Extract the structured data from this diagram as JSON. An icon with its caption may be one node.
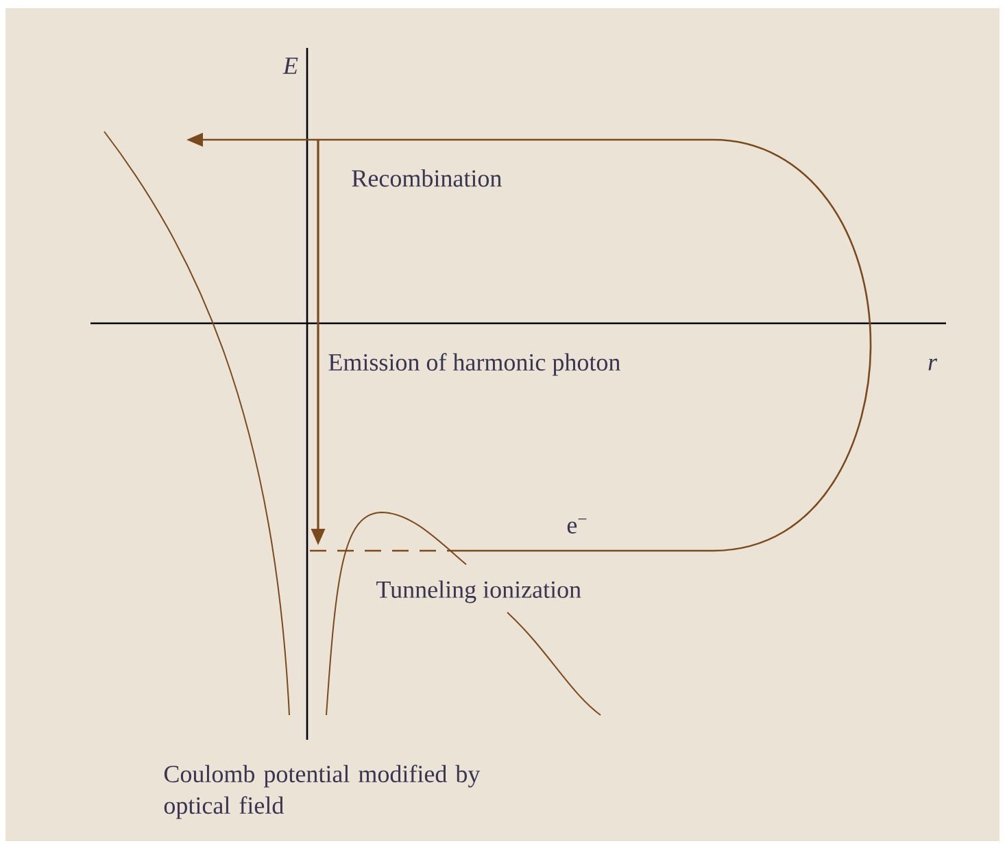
{
  "diagram": {
    "labels": [
      "E",
      "Recombination",
      "Emission of harmonic photon",
      "r",
      "e$^{−}$",
      "Tunneling ionization",
      "Coulomb potential modified by optical field"
    ]
  }
}
